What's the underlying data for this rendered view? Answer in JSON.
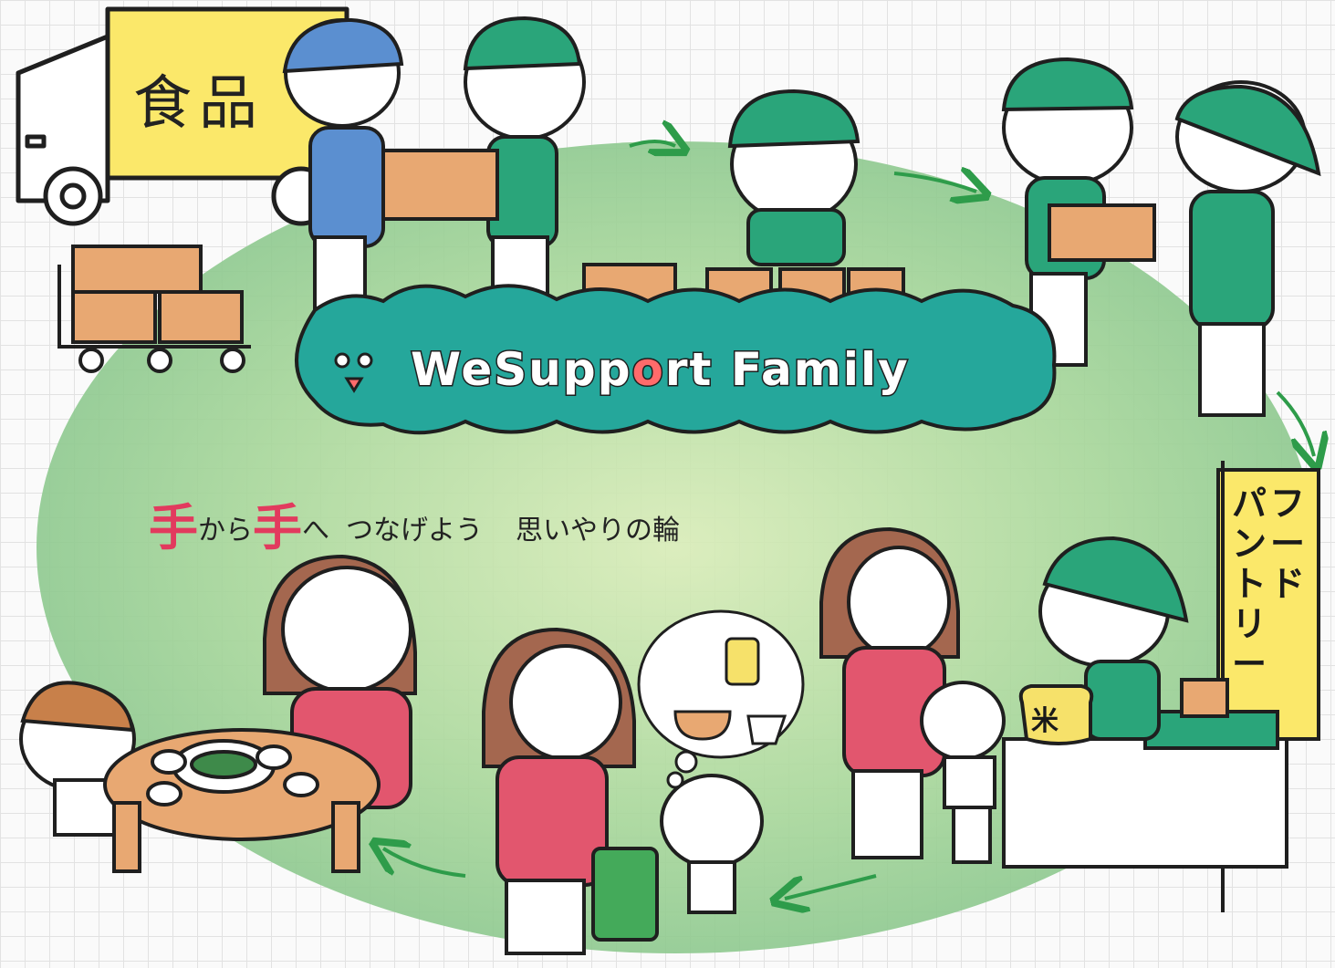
{
  "logo": {
    "prefix": "We",
    "s": "S",
    "u": "u",
    "pp": "pp",
    "o": "o",
    "rt": "rt Family"
  },
  "slogan": {
    "hand1": "手",
    "kara": "から",
    "hand2": "手",
    "he": "へ",
    "part2": "つなげよう",
    "part3": "思いやりの輪"
  },
  "truck_label": "食品",
  "banner": {
    "col1": [
      "フ",
      "ー",
      "ド"
    ],
    "col2": [
      "パ",
      "ン",
      "ト",
      "リ",
      "ー"
    ]
  },
  "rice_label": "米",
  "colors": {
    "blob": "#8cc98a",
    "cloud": "#25a79b",
    "staff": "#2aa57a",
    "mother": "#e2566e",
    "box": "#e8a872",
    "banner": "#fbe86a"
  }
}
